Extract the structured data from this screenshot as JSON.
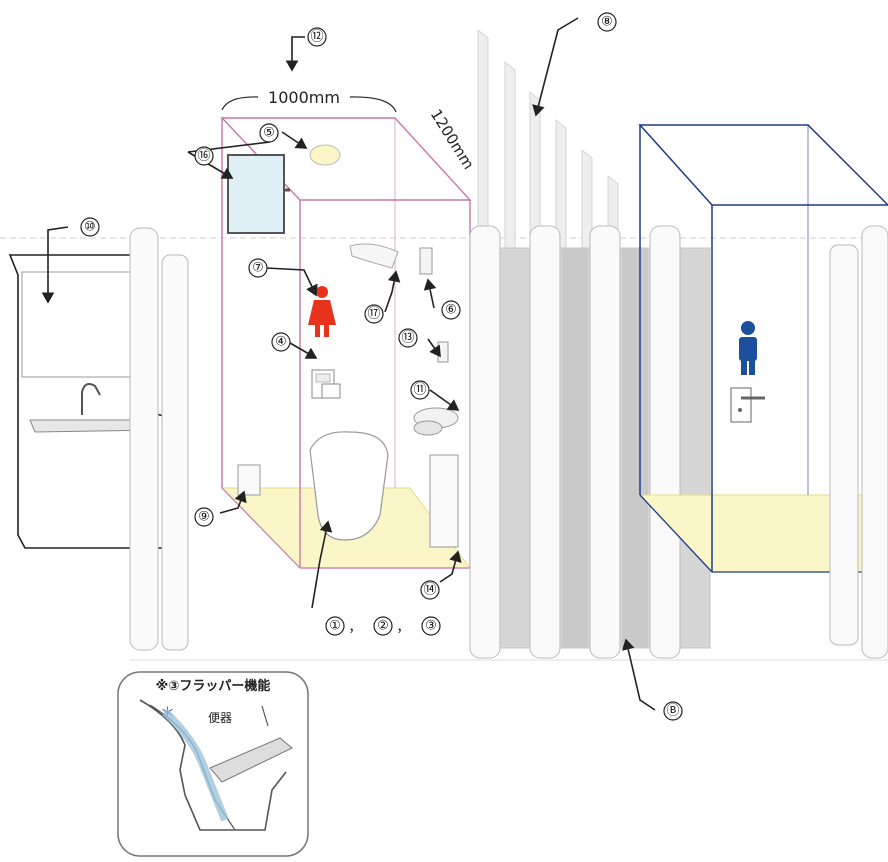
{
  "dimensions": {
    "width_label": "1000mm",
    "depth_label": "1200mm"
  },
  "callouts": {
    "c1": "①",
    "c2": "②",
    "c3": "③",
    "c4": "④",
    "c5": "⑤",
    "c6": "⑥",
    "c7": "⑦",
    "c8": "⑧",
    "c9": "⑨",
    "c10": "⑩",
    "c11": "⑪",
    "c12": "⑫",
    "c13": "⑬",
    "c14": "⑭",
    "c16": "⑯",
    "c17": "⑰",
    "cB": "Ⓑ",
    "sep": "，"
  },
  "inset": {
    "title": "※③フラッパー機能",
    "mark": "＊",
    "label": "便器"
  },
  "colors": {
    "booth_outline": "#c678a8",
    "blue_booth_outline": "#1f3a8a",
    "floor": "#fbf6c8",
    "female_sign": "#e8331c",
    "male_sign": "#1d4f9c",
    "panel_light": "#f2f2f2",
    "panel_dark": "#d8d8d8"
  }
}
